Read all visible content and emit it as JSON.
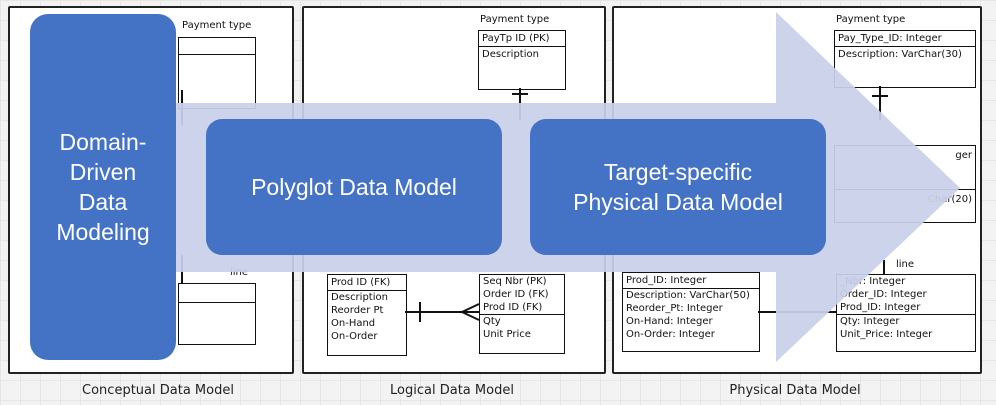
{
  "conceptual": {
    "caption": "Conceptual Data Model",
    "payment_title": "Payment type",
    "line_title": "line"
  },
  "logical": {
    "caption": "Logical Data Model",
    "payment_title": "Payment type",
    "payment_rows": [
      "PayTp ID (PK)",
      "Description"
    ],
    "product_rows": [
      "Prod ID (FK)",
      "Description",
      "Reorder Pt",
      "On-Hand",
      "On-Order"
    ],
    "line_rows": [
      "Seq Nbr (PK)",
      "Order ID (FK)",
      "Prod ID (FK)",
      "Qty",
      "Unit Price"
    ]
  },
  "physical": {
    "caption": "Physical Data Model",
    "payment_title": "Payment type",
    "payment_rows": [
      "Pay_Type_ID: Integer",
      "Description: VarChar(30)"
    ],
    "mid_rows": [
      "ger",
      "Char(20)"
    ],
    "product_rows": [
      "Prod_ID: Integer",
      "Description: VarChar(50)",
      "Reorder_Pt: Integer",
      "On-Hand: Integer",
      "On-Order: Integer"
    ],
    "line_title": "line",
    "line_rows": [
      "_Nbr: Integer",
      "Order_ID: Integer",
      "Prod_ID: Integer",
      "Qty: Integer",
      "Unit_Price: Integer"
    ]
  },
  "overlay": {
    "box1": "Domain-\nDriven\nData\nModeling",
    "box2": "Polyglot Data Model",
    "box3": "Target-specific\nPhysical Data Model",
    "box_color": "#4472c4",
    "arrow_color": "#c9d0e8"
  }
}
